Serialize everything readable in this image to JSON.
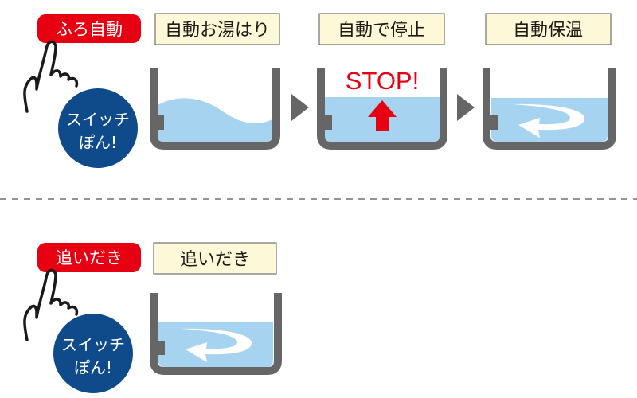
{
  "top": {
    "button_label": "ふろ自動",
    "circle_line1": "スイッチ",
    "circle_line2": "ぽん!",
    "steps": [
      {
        "label": "自動お湯はり"
      },
      {
        "label": "自動で停止",
        "callout": "STOP!"
      },
      {
        "label": "自動保温"
      }
    ]
  },
  "bottom": {
    "button_label": "追いだき",
    "circle_line1": "スイッチ",
    "circle_line2": "ぽん!",
    "steps": [
      {
        "label": "追いだき"
      }
    ]
  },
  "colors": {
    "button_red": "#e60012",
    "circle_blue": "#0f4a8a",
    "label_bg": "#fdf8d8",
    "tub_gray": "#666666",
    "water_blue": "#a6d4f0"
  }
}
